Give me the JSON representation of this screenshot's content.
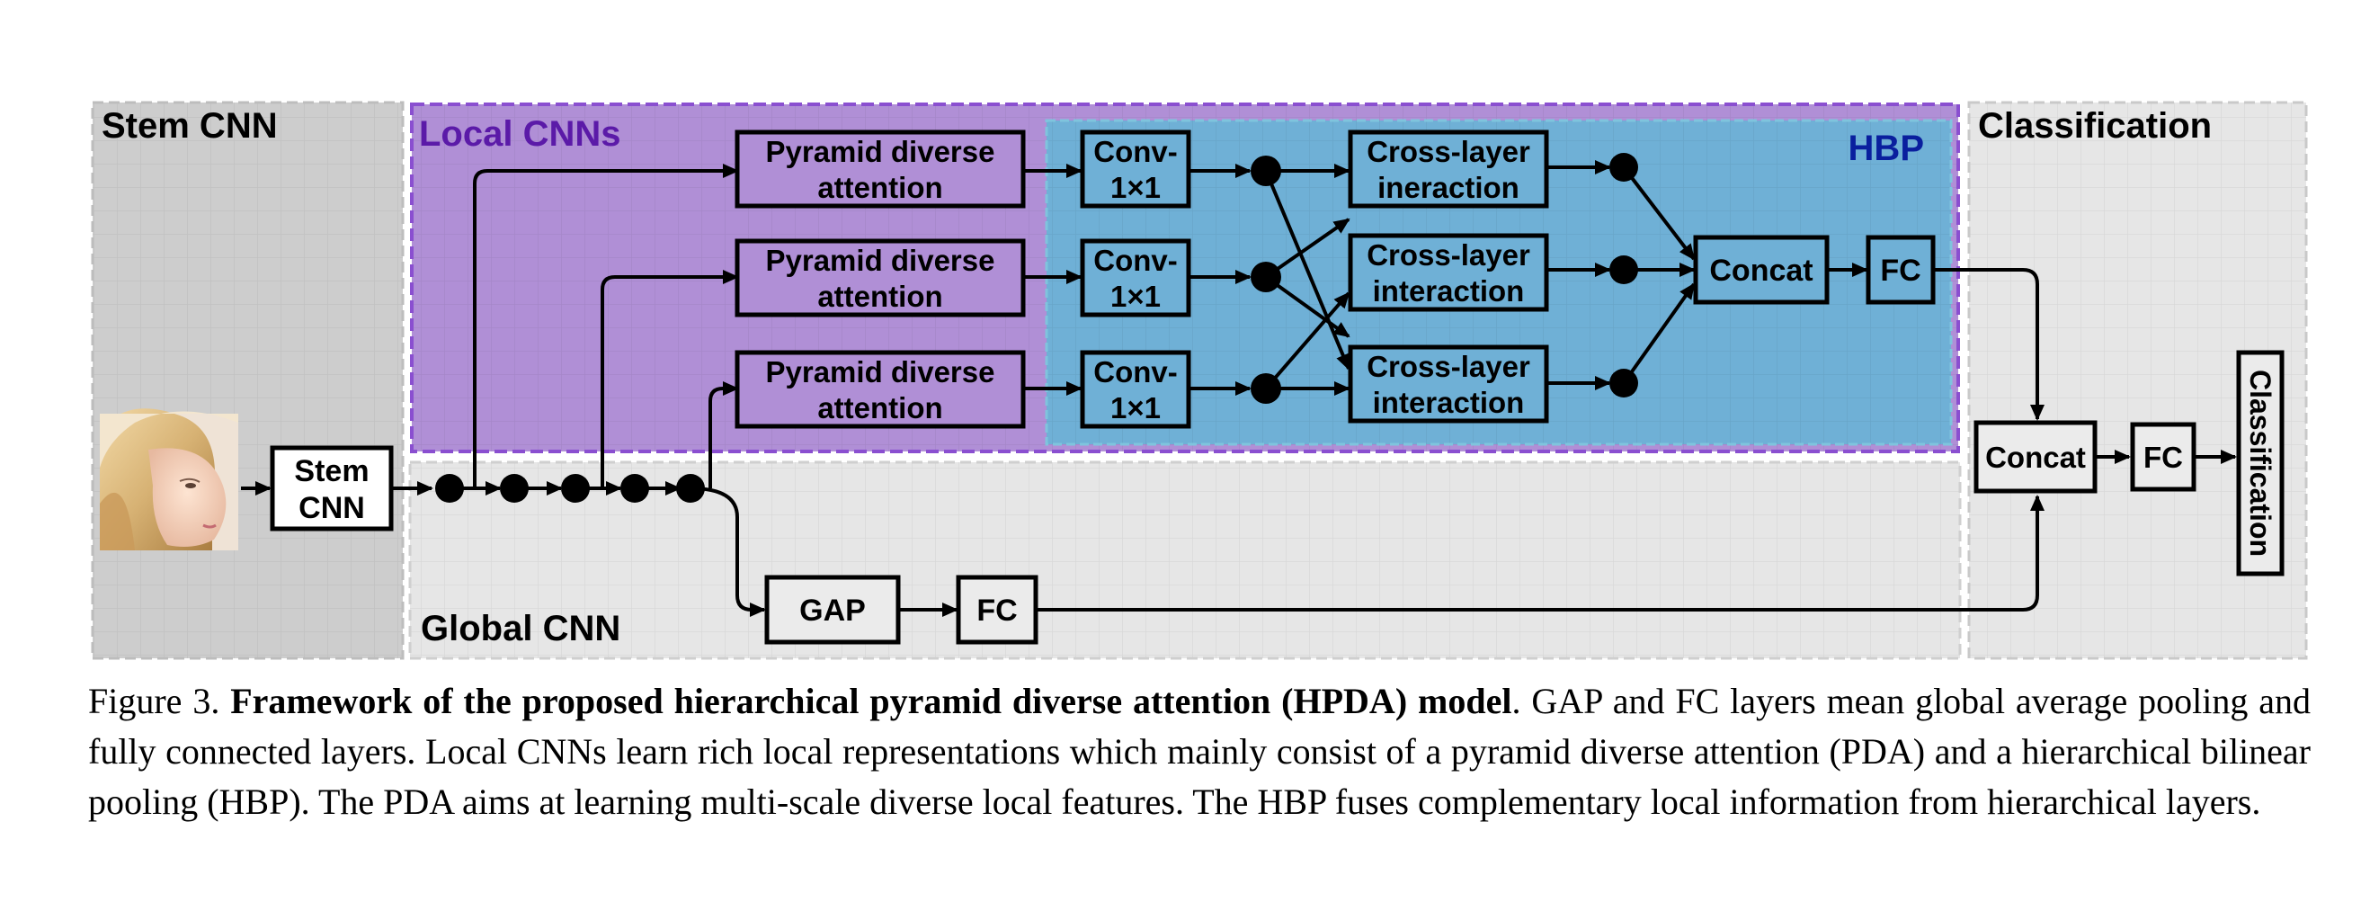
{
  "regions": {
    "stem": "Stem CNN",
    "local": "Local CNNs",
    "hbp": "HBP",
    "global": "Global CNN",
    "classification": "Classification"
  },
  "input_image": {
    "content": "face-photo",
    "description_color": "#d8b27a"
  },
  "blocks": {
    "stem_line1": "Stem",
    "stem_line2": "CNN",
    "pda_line1": "Pyramid diverse",
    "pda_line2": "attention",
    "conv_line1": "Conv-",
    "conv_line2": "1×1",
    "cli_top_line1": "Cross-layer",
    "cli_top_line2": "ineraction",
    "cli_line1": "Cross-layer",
    "cli_line2": "interaction",
    "concat": "Concat",
    "fc": "FC",
    "gap": "GAP",
    "classification": "Classification"
  },
  "caption": {
    "prefix": "Figure 3. ",
    "bold": "Framework of the proposed hierarchical pyramid diverse attention (HPDA) model",
    "text": ". GAP and FC layers mean global average pooling and fully connected layers. Local CNNs learn rich local representations which mainly consist of a pyramid diverse attention (PDA) and a hierarchical bilinear pooling (HBP). The PDA aims at learning multi-scale diverse local features.  The HBP fuses complementary local information from hierarchical layers."
  },
  "colors": {
    "stem_region": "#cdcdcd",
    "global_region": "#e6e6e6",
    "local_region": "#b08fd6",
    "local_border": "#8a4fd0",
    "hbp_region": "#6fb0d6",
    "hbp_label": "#0a1f9e",
    "local_label": "#5b1aa8"
  }
}
